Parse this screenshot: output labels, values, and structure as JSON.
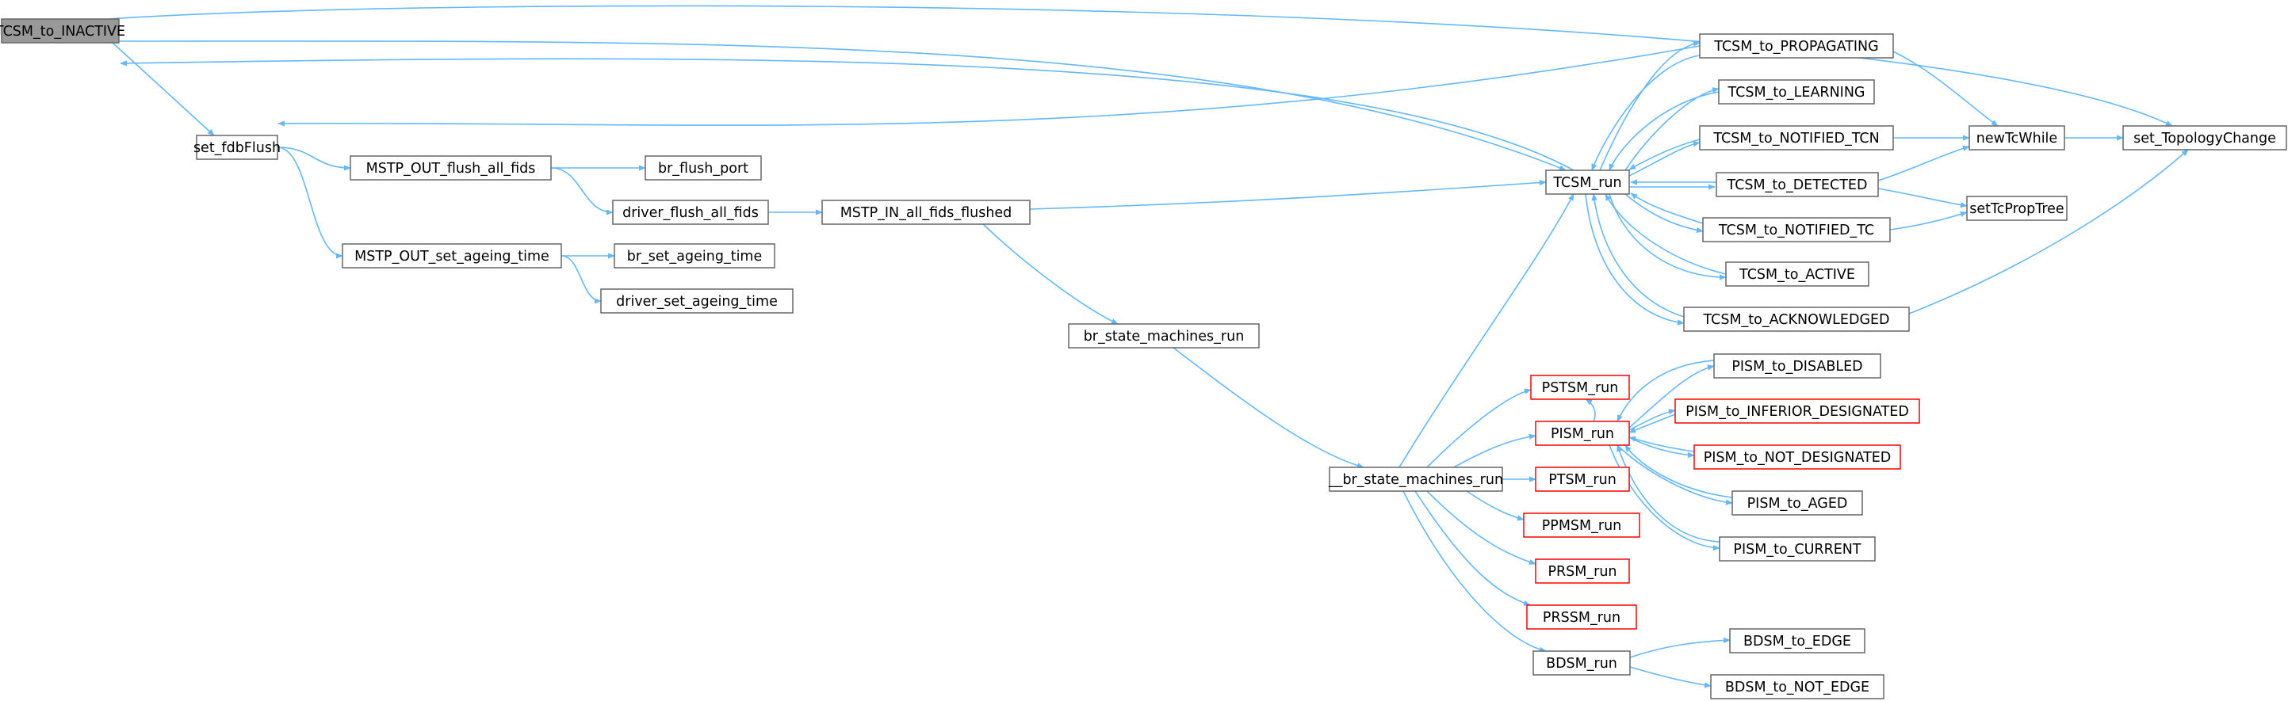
{
  "graph": {
    "type": "call-graph",
    "colors": {
      "edge": "#63b8ff",
      "node_border": "#666666",
      "node_fill": "#ffffff",
      "highlight_fill": "#999999",
      "highlight_border": "#666666",
      "truncated_border": "#ff0000",
      "text": "#000000"
    },
    "nodes": [
      {
        "id": "TCSM_to_INACTIVE",
        "label": "TCSM_to_INACTIVE",
        "style": "highlight"
      },
      {
        "id": "set_fdbFlush",
        "label": "set_fdbFlush",
        "style": "normal"
      },
      {
        "id": "MSTP_OUT_flush_all_fids",
        "label": "MSTP_OUT_flush_all_fids",
        "style": "normal"
      },
      {
        "id": "br_flush_port",
        "label": "br_flush_port",
        "style": "normal"
      },
      {
        "id": "driver_flush_all_fids",
        "label": "driver_flush_all_fids",
        "style": "normal"
      },
      {
        "id": "MSTP_IN_all_fids_flushed",
        "label": "MSTP_IN_all_fids_flushed",
        "style": "normal"
      },
      {
        "id": "MSTP_OUT_set_ageing_time",
        "label": "MSTP_OUT_set_ageing_time",
        "style": "normal"
      },
      {
        "id": "br_set_ageing_time",
        "label": "br_set_ageing_time",
        "style": "normal"
      },
      {
        "id": "driver_set_ageing_time",
        "label": "driver_set_ageing_time",
        "style": "normal"
      },
      {
        "id": "br_state_machines_run",
        "label": "br_state_machines_run",
        "style": "normal"
      },
      {
        "id": "__br_state_machines_run",
        "label": "__br_state_machines_run",
        "style": "normal"
      },
      {
        "id": "TCSM_run",
        "label": "TCSM_run",
        "style": "normal"
      },
      {
        "id": "TCSM_to_PROPAGATING",
        "label": "TCSM_to_PROPAGATING",
        "style": "normal"
      },
      {
        "id": "TCSM_to_LEARNING",
        "label": "TCSM_to_LEARNING",
        "style": "normal"
      },
      {
        "id": "TCSM_to_NOTIFIED_TCN",
        "label": "TCSM_to_NOTIFIED_TCN",
        "style": "normal"
      },
      {
        "id": "TCSM_to_DETECTED",
        "label": "TCSM_to_DETECTED",
        "style": "normal"
      },
      {
        "id": "TCSM_to_NOTIFIED_TC",
        "label": "TCSM_to_NOTIFIED_TC",
        "style": "normal"
      },
      {
        "id": "TCSM_to_ACTIVE",
        "label": "TCSM_to_ACTIVE",
        "style": "normal"
      },
      {
        "id": "TCSM_to_ACKNOWLEDGED",
        "label": "TCSM_to_ACKNOWLEDGED",
        "style": "normal"
      },
      {
        "id": "newTcWhile",
        "label": "newTcWhile",
        "style": "normal"
      },
      {
        "id": "set_TopologyChange",
        "label": "set_TopologyChange",
        "style": "normal"
      },
      {
        "id": "setTcPropTree",
        "label": "setTcPropTree",
        "style": "normal"
      },
      {
        "id": "PSTSM_run",
        "label": "PSTSM_run",
        "style": "truncated"
      },
      {
        "id": "PISM_run",
        "label": "PISM_run",
        "style": "truncated"
      },
      {
        "id": "PTSM_run",
        "label": "PTSM_run",
        "style": "truncated"
      },
      {
        "id": "PPMSM_run",
        "label": "PPMSM_run",
        "style": "truncated"
      },
      {
        "id": "PRSM_run",
        "label": "PRSM_run",
        "style": "truncated"
      },
      {
        "id": "PRSSM_run",
        "label": "PRSSM_run",
        "style": "truncated"
      },
      {
        "id": "BDSM_run",
        "label": "BDSM_run",
        "style": "normal"
      },
      {
        "id": "PISM_to_DISABLED",
        "label": "PISM_to_DISABLED",
        "style": "normal"
      },
      {
        "id": "PISM_to_INFERIOR_DESIGNATED",
        "label": "PISM_to_INFERIOR_DESIGNATED",
        "style": "truncated"
      },
      {
        "id": "PISM_to_NOT_DESIGNATED",
        "label": "PISM_to_NOT_DESIGNATED",
        "style": "truncated"
      },
      {
        "id": "PISM_to_AGED",
        "label": "PISM_to_AGED",
        "style": "normal"
      },
      {
        "id": "PISM_to_CURRENT",
        "label": "PISM_to_CURRENT",
        "style": "normal"
      },
      {
        "id": "BDSM_to_EDGE",
        "label": "BDSM_to_EDGE",
        "style": "normal"
      },
      {
        "id": "BDSM_to_NOT_EDGE",
        "label": "BDSM_to_NOT_EDGE",
        "style": "normal"
      }
    ],
    "edges": [
      {
        "from": "TCSM_to_INACTIVE",
        "to": "set_fdbFlush"
      },
      {
        "from": "TCSM_to_INACTIVE",
        "to": "set_TopologyChange"
      },
      {
        "from": "TCSM_to_INACTIVE",
        "to": "TCSM_run"
      },
      {
        "from": "set_fdbFlush",
        "to": "MSTP_OUT_flush_all_fids"
      },
      {
        "from": "set_fdbFlush",
        "to": "MSTP_OUT_set_ageing_time"
      },
      {
        "from": "MSTP_OUT_flush_all_fids",
        "to": "br_flush_port"
      },
      {
        "from": "MSTP_OUT_flush_all_fids",
        "to": "driver_flush_all_fids"
      },
      {
        "from": "driver_flush_all_fids",
        "to": "MSTP_IN_all_fids_flushed"
      },
      {
        "from": "MSTP_IN_all_fids_flushed",
        "to": "TCSM_run"
      },
      {
        "from": "MSTP_IN_all_fids_flushed",
        "to": "br_state_machines_run"
      },
      {
        "from": "MSTP_OUT_set_ageing_time",
        "to": "br_set_ageing_time"
      },
      {
        "from": "MSTP_OUT_set_ageing_time",
        "to": "driver_set_ageing_time"
      },
      {
        "from": "br_state_machines_run",
        "to": "__br_state_machines_run"
      },
      {
        "from": "__br_state_machines_run",
        "to": "TCSM_run"
      },
      {
        "from": "__br_state_machines_run",
        "to": "PSTSM_run"
      },
      {
        "from": "__br_state_machines_run",
        "to": "PISM_run"
      },
      {
        "from": "__br_state_machines_run",
        "to": "PTSM_run"
      },
      {
        "from": "__br_state_machines_run",
        "to": "PPMSM_run"
      },
      {
        "from": "__br_state_machines_run",
        "to": "PRSM_run"
      },
      {
        "from": "__br_state_machines_run",
        "to": "PRSSM_run"
      },
      {
        "from": "__br_state_machines_run",
        "to": "BDSM_run"
      },
      {
        "from": "TCSM_run",
        "to": "TCSM_to_INACTIVE"
      },
      {
        "from": "TCSM_run",
        "to": "TCSM_to_PROPAGATING"
      },
      {
        "from": "TCSM_run",
        "to": "TCSM_to_LEARNING"
      },
      {
        "from": "TCSM_run",
        "to": "TCSM_to_NOTIFIED_TCN"
      },
      {
        "from": "TCSM_run",
        "to": "TCSM_to_DETECTED"
      },
      {
        "from": "TCSM_run",
        "to": "TCSM_to_NOTIFIED_TC"
      },
      {
        "from": "TCSM_run",
        "to": "TCSM_to_ACTIVE"
      },
      {
        "from": "TCSM_run",
        "to": "TCSM_to_ACKNOWLEDGED"
      },
      {
        "from": "TCSM_to_PROPAGATING",
        "to": "set_fdbFlush"
      },
      {
        "from": "TCSM_to_PROPAGATING",
        "to": "TCSM_run"
      },
      {
        "from": "TCSM_to_PROPAGATING",
        "to": "newTcWhile"
      },
      {
        "from": "TCSM_to_LEARNING",
        "to": "TCSM_run"
      },
      {
        "from": "TCSM_to_NOTIFIED_TCN",
        "to": "TCSM_run"
      },
      {
        "from": "TCSM_to_NOTIFIED_TCN",
        "to": "newTcWhile"
      },
      {
        "from": "TCSM_to_DETECTED",
        "to": "TCSM_run"
      },
      {
        "from": "TCSM_to_DETECTED",
        "to": "newTcWhile"
      },
      {
        "from": "TCSM_to_DETECTED",
        "to": "setTcPropTree"
      },
      {
        "from": "TCSM_to_NOTIFIED_TC",
        "to": "TCSM_run"
      },
      {
        "from": "TCSM_to_NOTIFIED_TC",
        "to": "setTcPropTree"
      },
      {
        "from": "TCSM_to_ACTIVE",
        "to": "TCSM_run"
      },
      {
        "from": "TCSM_to_ACKNOWLEDGED",
        "to": "TCSM_run"
      },
      {
        "from": "TCSM_to_ACKNOWLEDGED",
        "to": "set_TopologyChange"
      },
      {
        "from": "newTcWhile",
        "to": "set_TopologyChange"
      },
      {
        "from": "PISM_run",
        "to": "PSTSM_run"
      },
      {
        "from": "PISM_run",
        "to": "PISM_to_DISABLED"
      },
      {
        "from": "PISM_run",
        "to": "PISM_to_INFERIOR_DESIGNATED"
      },
      {
        "from": "PISM_run",
        "to": "PISM_to_NOT_DESIGNATED"
      },
      {
        "from": "PISM_run",
        "to": "PISM_to_AGED"
      },
      {
        "from": "PISM_run",
        "to": "PISM_to_CURRENT"
      },
      {
        "from": "PISM_to_DISABLED",
        "to": "PISM_run"
      },
      {
        "from": "PISM_to_INFERIOR_DESIGNATED",
        "to": "PISM_run"
      },
      {
        "from": "PISM_to_NOT_DESIGNATED",
        "to": "PISM_run"
      },
      {
        "from": "PISM_to_AGED",
        "to": "PISM_run"
      },
      {
        "from": "PISM_to_CURRENT",
        "to": "PISM_run"
      },
      {
        "from": "BDSM_run",
        "to": "BDSM_to_EDGE"
      },
      {
        "from": "BDSM_run",
        "to": "BDSM_to_NOT_EDGE"
      }
    ]
  }
}
